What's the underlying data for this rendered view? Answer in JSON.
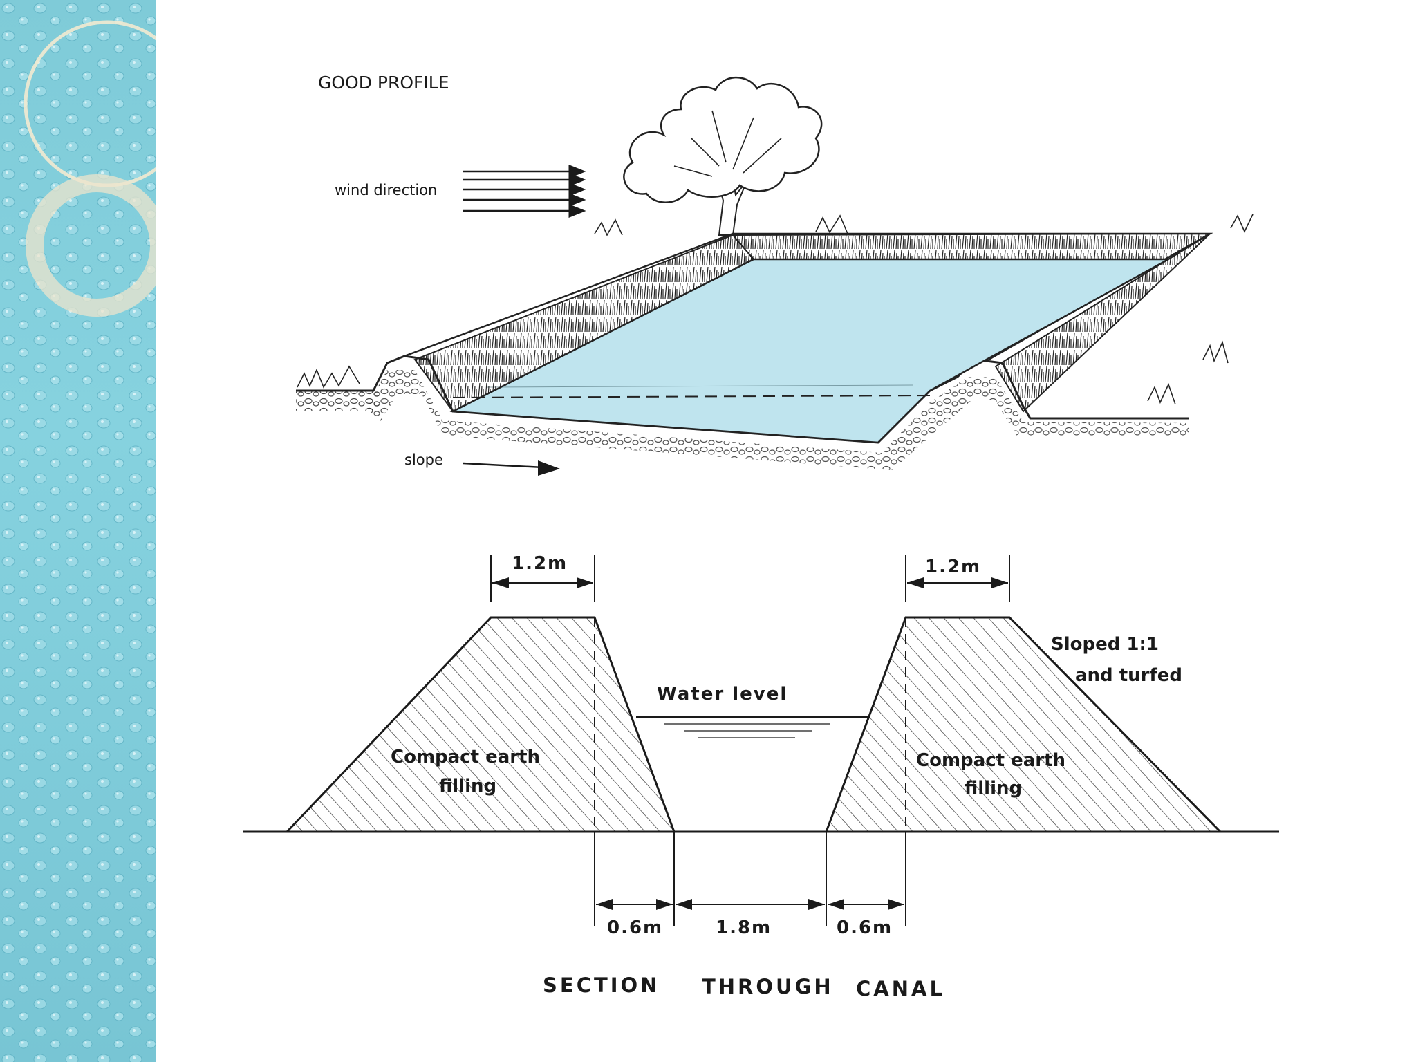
{
  "theme": {
    "water": "#bfe4ee",
    "sidebar": "#7fcbd8",
    "ink": "#1a1a1a"
  },
  "top_diagram": {
    "title": "GOOD PROFILE",
    "wind_label": "wind direction",
    "slope_label": "slope"
  },
  "section_diagram": {
    "crest_left_label": "1.2m",
    "crest_right_label": "1.2m",
    "water_level_label": "Water level",
    "slope_note_line1": "Sloped 1:1",
    "slope_note_line2": "and turfed",
    "fill_left_line1": "Compact earth",
    "fill_left_line2": "filling",
    "fill_right_line1": "Compact earth",
    "fill_right_line2": "filling",
    "dim_left": "0.6m",
    "dim_center": "1.8m",
    "dim_right": "0.6m",
    "caption_word1": "SECTION",
    "caption_word2": "THROUGH",
    "caption_word3": "CANAL"
  }
}
